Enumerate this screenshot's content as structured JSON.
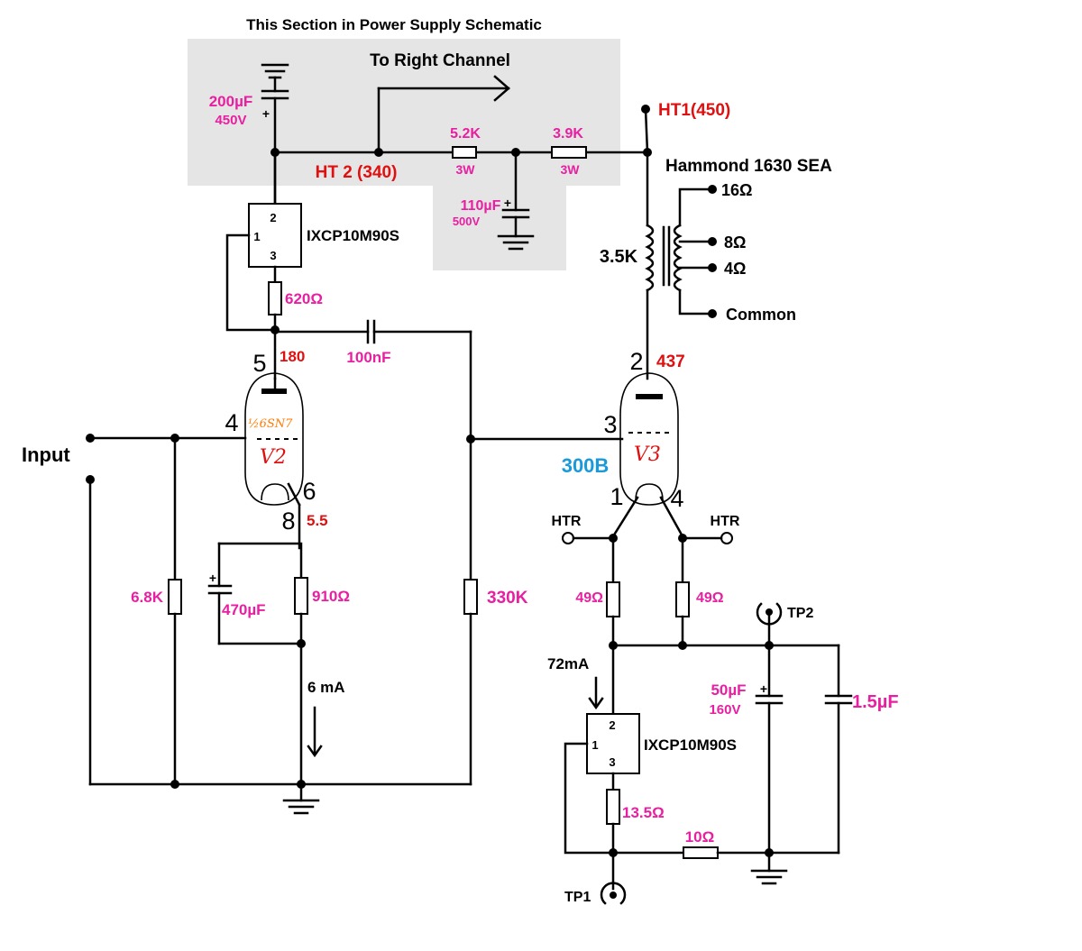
{
  "header": {
    "section_note": "This Section in Power Supply Schematic",
    "to_right_channel": "To Right Channel"
  },
  "supply": {
    "c200_value": "200µF",
    "c200_voltage": "450V",
    "c110_value": "110µF",
    "c110_voltage": "500V",
    "r52_value": "5.2K",
    "r52_power": "3W",
    "r39_value": "3.9K",
    "r39_power": "3W",
    "ht2_label": "HT 2 (340)",
    "ht1_label": "HT1(450)",
    "plus": "+"
  },
  "driver": {
    "regulator_label": "IXCP10M90S",
    "reg_pin1": "1",
    "reg_pin2": "2",
    "reg_pin3": "3",
    "r620": "620Ω",
    "plate_voltage": "180",
    "coupling_cap": "100nF",
    "pin_plate": "5",
    "pin_grid": "4",
    "pin_k1": "6",
    "pin_k2": "8",
    "tube_type": "½6SN7",
    "tube_name": "V2",
    "cathode_voltage": "5.5",
    "input_label": "Input",
    "r68": "6.8K",
    "c470": "470µF",
    "r910": "910Ω",
    "r330": "330K",
    "current": "6 mA"
  },
  "output": {
    "transformer": "Hammond 1630 SEA",
    "primary_impedance": "3.5K",
    "tap_16": "16Ω",
    "tap_8": "8Ω",
    "tap_4": "4Ω",
    "tap_common": "Common",
    "pin_plate": "2",
    "plate_voltage": "437",
    "pin_grid": "3",
    "tube_type": "300B",
    "tube_name": "V3",
    "pin_f1": "1",
    "pin_f2": "4",
    "htr_left": "HTR",
    "htr_right": "HTR",
    "r49_left": "49Ω",
    "r49_right": "49Ω",
    "tp2": "TP2",
    "current": "72mA",
    "c50_value": "50µF",
    "c50_voltage": "160V",
    "c15": "1.5µF",
    "regulator_label": "IXCP10M90S",
    "reg_pin1": "1",
    "reg_pin2": "2",
    "reg_pin3": "3",
    "r135": "13.5Ω",
    "r10": "10Ω",
    "tp1": "TP1"
  }
}
